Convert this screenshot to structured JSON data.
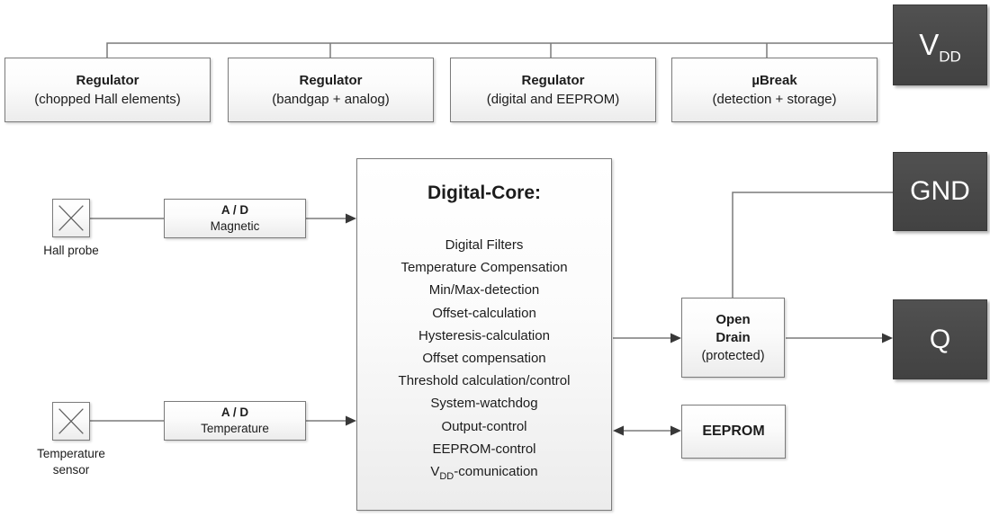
{
  "top_row": {
    "boxes": [
      {
        "title": "Regulator",
        "subtitle": "(chopped Hall elements)"
      },
      {
        "title": "Regulator",
        "subtitle": "(bandgap + analog)"
      },
      {
        "title": "Regulator",
        "subtitle": "(digital and EEPROM)"
      },
      {
        "title": "µBreak",
        "subtitle": "(detection + storage)"
      }
    ]
  },
  "pins": {
    "vdd": {
      "base": "V",
      "sub": "DD"
    },
    "gnd": "GND",
    "q": "Q"
  },
  "sensors": {
    "hall": {
      "label": "Hall probe"
    },
    "temperature": {
      "line1": "Temperature",
      "line2": "sensor"
    }
  },
  "adc": {
    "magnetic": {
      "title": "A / D",
      "subtitle": "Magnetic"
    },
    "temperature": {
      "title": "A / D",
      "subtitle": "Temperature"
    }
  },
  "digital_core": {
    "title": "Digital-Core:",
    "items": [
      "Digital Filters",
      "Temperature Compensation",
      "Min/Max-detection",
      "Offset-calculation",
      "Hysteresis-calculation",
      "Offset compensation",
      "Threshold calculation/control",
      "System-watchdog",
      "Output-control",
      "EEPROM-control"
    ],
    "vdd_item": {
      "base": "V",
      "sub": "DD",
      "rest": "-comunication"
    }
  },
  "output": {
    "open_drain": {
      "line1": "Open",
      "line2": "Drain",
      "line3": "(protected)"
    },
    "eeprom": "EEPROM"
  },
  "colors": {
    "dark_box": "#494949",
    "light_box_border": "#7b7b7b",
    "wire": "#7a7a7a",
    "arrowhead": "#383838",
    "text": "#1c1c1c"
  }
}
